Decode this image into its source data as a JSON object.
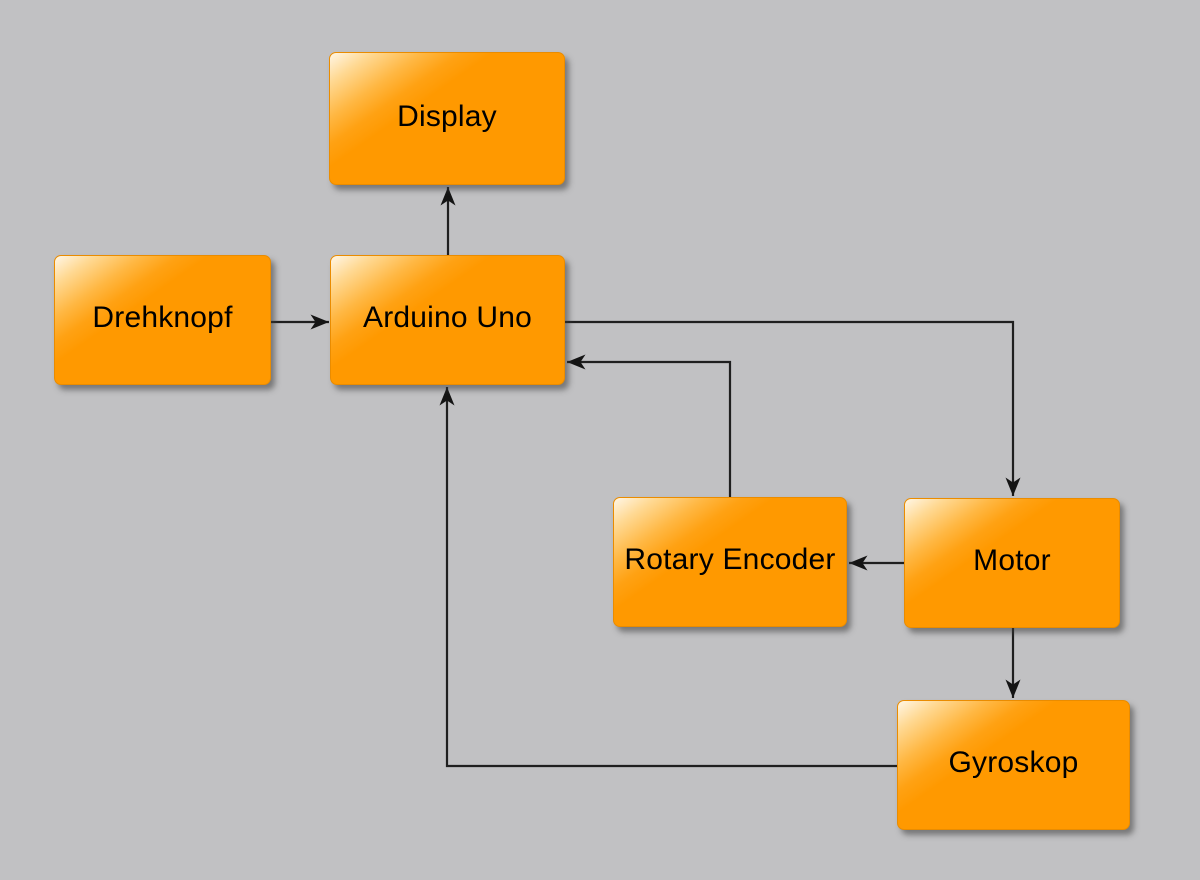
{
  "diagram": {
    "background_color": "#c1c1c3",
    "node_fill_color": "#ff9900",
    "node_border_color": "#ea8c00",
    "edge_color": "#1f1f1f",
    "label_color": "#000000",
    "nodes": [
      {
        "id": "display",
        "label": "Display"
      },
      {
        "id": "drehknopf",
        "label": "Drehknopf"
      },
      {
        "id": "arduino-uno",
        "label": "Arduino Uno"
      },
      {
        "id": "rotary-encoder",
        "label": "Rotary Encoder"
      },
      {
        "id": "motor",
        "label": "Motor"
      },
      {
        "id": "gyroskop",
        "label": "Gyroskop"
      }
    ],
    "edges": [
      {
        "from": "Drehknopf",
        "to": "Arduino Uno"
      },
      {
        "from": "Arduino Uno",
        "to": "Display"
      },
      {
        "from": "Arduino Uno",
        "to": "Motor"
      },
      {
        "from": "Motor",
        "to": "Rotary Encoder"
      },
      {
        "from": "Rotary Encoder",
        "to": "Arduino Uno"
      },
      {
        "from": "Motor",
        "to": "Gyroskop"
      },
      {
        "from": "Gyroskop",
        "to": "Arduino Uno"
      }
    ]
  }
}
